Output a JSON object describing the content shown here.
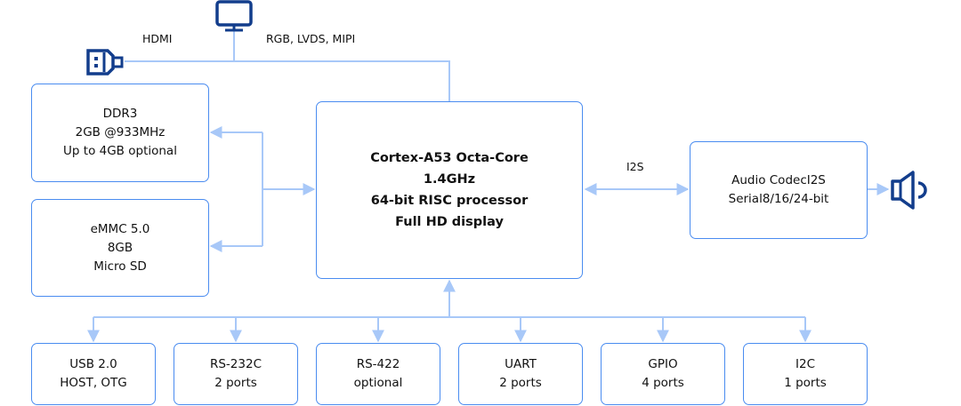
{
  "colors": {
    "box_border": "#4a8cf0",
    "connector": "#a8c8f8",
    "icon": "#123d8c"
  },
  "labels": {
    "hdmi": "HDMI",
    "display": "RGB, LVDS, MIPI",
    "i2s": "I2S"
  },
  "memory": [
    {
      "lines": [
        "DDR3",
        "2GB @933MHz",
        "Up to 4GB optional"
      ]
    },
    {
      "lines": [
        "eMMC 5.0",
        "8GB",
        "Micro SD"
      ]
    }
  ],
  "cpu": {
    "lines": [
      "Cortex-A53 Octa-Core",
      "1.4GHz",
      "64-bit RISC processor",
      "Full HD display"
    ]
  },
  "audio": {
    "lines": [
      "Audio CodecI2S",
      "Serial8/16/24-bit"
    ]
  },
  "interfaces": [
    {
      "lines": [
        "USB 2.0",
        "HOST, OTG"
      ]
    },
    {
      "lines": [
        "RS-232C",
        "2 ports"
      ]
    },
    {
      "lines": [
        "RS-422",
        "optional"
      ]
    },
    {
      "lines": [
        "UART",
        "2 ports"
      ]
    },
    {
      "lines": [
        "GPIO",
        "4 ports"
      ]
    },
    {
      "lines": [
        "I2C",
        "1 ports"
      ]
    }
  ],
  "icons": [
    "monitor-icon",
    "hdmi-connector-icon",
    "speaker-icon"
  ]
}
